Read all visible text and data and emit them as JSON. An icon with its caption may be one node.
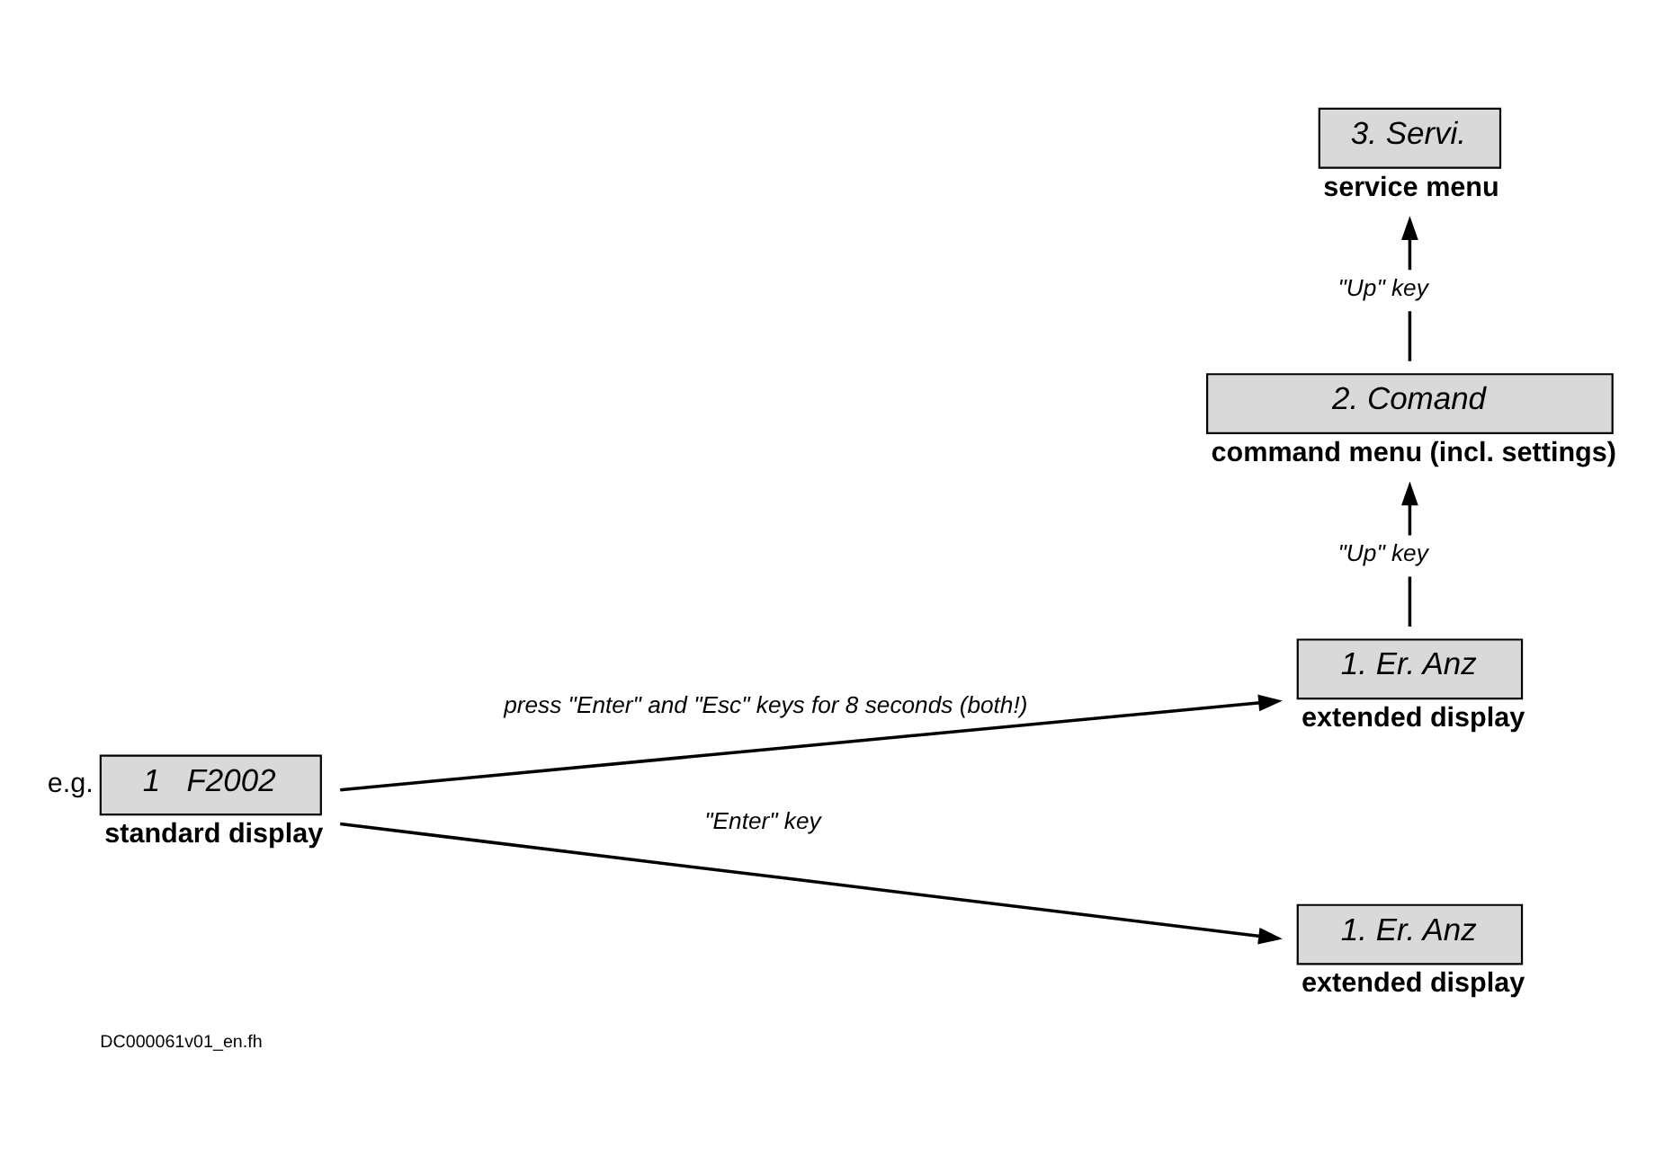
{
  "diagram": {
    "nodes": [
      {
        "text": [
          "1   F2002"
        ],
        "beside": [
          "e.g.",
          "standard display"
        ]
      },
      {
        "text": [
          "1. Er. Anz"
        ],
        "beside": [
          "extended display"
        ]
      },
      {
        "text": [
          "2. Comand"
        ],
        "beside": [
          "command menu (incl. settings)"
        ]
      },
      {
        "text": [
          "3. Servi."
        ],
        "beside": [
          "service menu"
        ]
      },
      {
        "text": [
          "1. Er. Anz"
        ],
        "beside": [
          "extended display"
        ]
      }
    ],
    "edges": [
      {
        "from": 0,
        "to": 1,
        "arrow": "to",
        "label": "press \"Enter\" and \"Esc\" keys for 8 seconds (both!)"
      },
      {
        "from": 1,
        "to": 2,
        "arrow": "to",
        "label": "\"Up\" key"
      },
      {
        "from": 2,
        "to": 3,
        "arrow": "to",
        "label": "\"Up\" key"
      },
      {
        "from": 0,
        "to": 4,
        "arrow": "to",
        "label": "\"Enter\" key"
      }
    ],
    "labels": [
      "DC000061v01_en.fh"
    ]
  }
}
